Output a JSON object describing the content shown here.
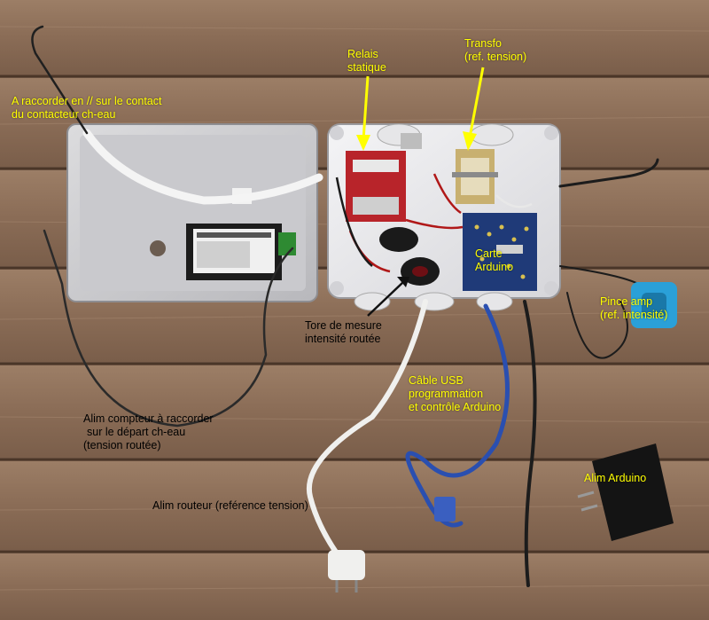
{
  "photo": {
    "colors": {
      "wood": "#8c6e58",
      "enclosure": "#ececee",
      "label_yellow": "#ffff00",
      "label_black": "#000000",
      "relay_red": "#b8242a",
      "usb_blue": "#2a4fb0",
      "clamp_blue": "#2aa0d8"
    }
  },
  "labels": {
    "raccorder": {
      "line1": "A raccorder en // sur le contact",
      "line2": "du contacteur ch-eau"
    },
    "relais": {
      "line1": "Relais",
      "line2": "statique"
    },
    "transfo": {
      "line1": "Transfo",
      "line2": "(ref. tension)"
    },
    "carte": {
      "line1": "Carte",
      "line2": "Arduino"
    },
    "pince": {
      "line1": "Pince amp",
      "line2": "(ref. intensité)"
    },
    "tore": {
      "line1": "Tore de mesure",
      "line2": "intensité routée"
    },
    "cable_usb": {
      "line1": "Câble USB",
      "line2": "programmation",
      "line3": "et contrôle Arduino"
    },
    "alim_compteur": {
      "line1": "Alim compteur à raccorder",
      "line2": "sur le départ ch-eau",
      "line3": "(tension routée)"
    },
    "alim_routeur": {
      "line1": "Alim routeur (reférence tension)"
    },
    "alim_arduino": {
      "line1": "Alim Arduino"
    }
  }
}
